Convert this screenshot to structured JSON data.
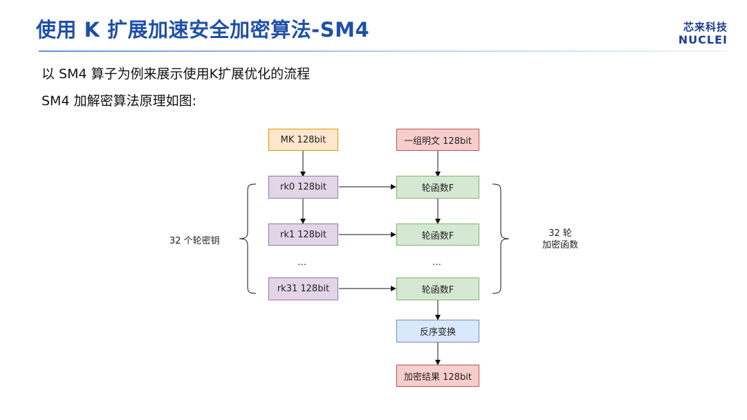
{
  "header": {
    "title": "使用 K 扩展加速安全加密算法-SM4",
    "logo_cn": "芯来科技",
    "logo_en": "NUCLEI"
  },
  "content": {
    "line1": "以 SM4 算子为例来展示使用K扩展优化的流程",
    "line2": "SM4 加解密算法原理如图:"
  },
  "diagram": {
    "mk": "MK 128bit",
    "plaintext": "一组明文 128bit",
    "rk0": "rk0 128bit",
    "rk1": "rk1 128bit",
    "rk31": "rk31 128bit",
    "round_f": "轮函数F",
    "ellipsis": "…",
    "reverse": "反序变换",
    "result": "加密结果 128bit",
    "left_label": "32 个轮密钥",
    "right_label_1": "32 轮",
    "right_label_2": "加密函数"
  },
  "colors": {
    "title": "#1f50a8",
    "orange_fill": "#ffe6cc",
    "pink_fill": "#f8cecc",
    "purple_fill": "#e1d5e7",
    "green_fill": "#d5e8d4",
    "blue_fill": "#dae8fc"
  }
}
